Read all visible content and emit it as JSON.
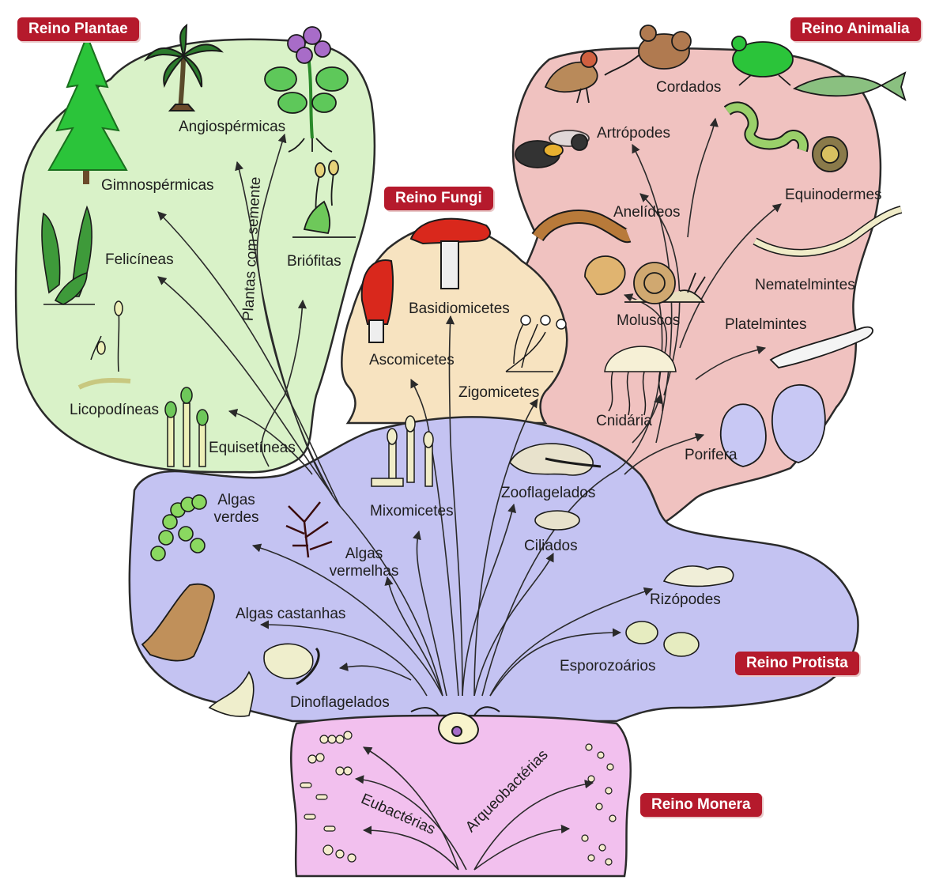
{
  "colors": {
    "plantae": "#d9f2c8",
    "fungi": "#f7e3c0",
    "animalia": "#f0c2c0",
    "protista": "#c4c3f2",
    "monera": "#f2c0ee",
    "outline": "#2a2a2a",
    "badge": "#b51a2c",
    "arrow": "#2a2a2a"
  },
  "kingdoms": {
    "plantae": "Reino Plantae",
    "fungi": "Reino Fungi",
    "animalia": "Reino Animalia",
    "protista": "Reino Protista",
    "monera": "Reino Monera"
  },
  "plantae": {
    "angiospermicas": "Angiospérmicas",
    "gimnospermicas": "Gimnospérmicas",
    "plantas_com_semente": "Plantas com semente",
    "briofitas": "Briófitas",
    "felicineas": "Felicíneas",
    "licopodineas": "Licopodíneas",
    "equisetineas": "Equisetíneas"
  },
  "fungi": {
    "basidiomicetes": "Basidiomicetes",
    "ascomicetes": "Ascomicetes",
    "zigomicetes": "Zigomicetes"
  },
  "animalia": {
    "cordados": "Cordados",
    "artropodes": "Artrópodes",
    "equinodermes": "Equinodermes",
    "anelideos": "Anelídeos",
    "nematelmintes": "Nematelmintes",
    "moluscos": "Moluscos",
    "platelmintes": "Platelmintes",
    "cnidaria": "Cnidária",
    "porifera": "Porifera"
  },
  "protista": {
    "algas_verdes": "Algas verdes",
    "algas_vermelhas": "Algas vermelhas",
    "mixomicetes": "Mixomicetes",
    "zooflagelados": "Zooflagelados",
    "ciliados": "Ciliados",
    "algas_castanhas": "Algas castanhas",
    "rizopodes": "Rizópodes",
    "esporozoarios": "Esporozoários",
    "dinoflagelados": "Dinoflagelados"
  },
  "monera": {
    "eubacterias": "Eubactérias",
    "arqueobacterias": "Arqueobactérias"
  },
  "icons": {
    "tree": "pine-tree-icon",
    "palm": "palm-tree-icon",
    "flower": "flowering-plant-icon",
    "moss": "moss-icon",
    "fern": "fern-icon",
    "mushroom": "mushroom-icon",
    "bird": "bird-icon",
    "mouse": "mouse-icon",
    "frog": "frog-icon",
    "fish": "fish-icon",
    "snake": "snake-icon",
    "bee": "bee-icon",
    "worm": "earthworm-icon",
    "shell": "scallop-shell-icon",
    "snail": "snail-icon",
    "jellyfish": "jellyfish-icon",
    "sponge": "sponge-icon",
    "flatworm": "flatworm-icon",
    "urchin": "sea-urchin-icon",
    "bacteria": "bacteria-icon"
  }
}
